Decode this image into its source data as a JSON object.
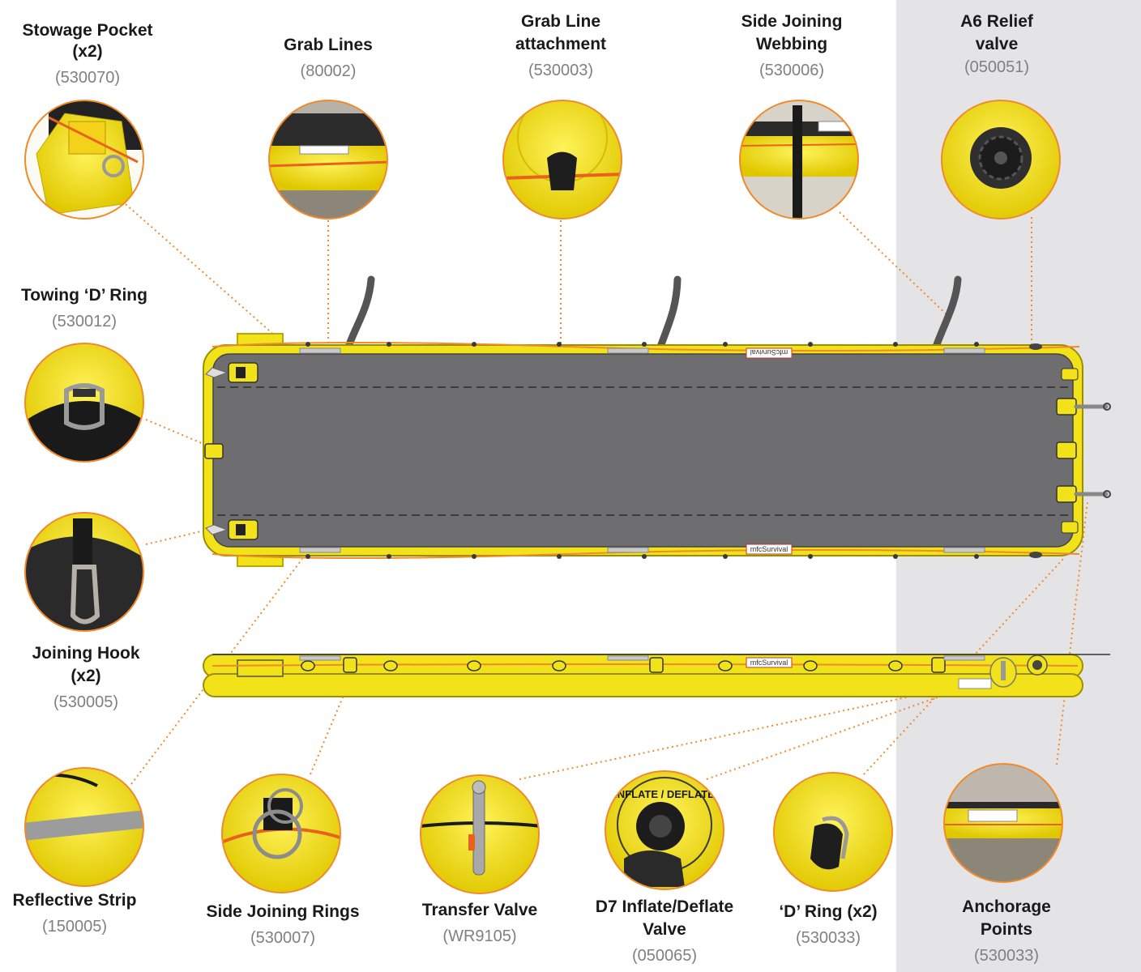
{
  "colors": {
    "raft_yellow": "#f2e21a",
    "raft_edge": "#b8a800",
    "floor_grey": "#6e6e70",
    "leader_orange": "#f08a2a",
    "callout_ring": "#f08a2a",
    "panel_grey": "#e4e4e6"
  },
  "labels": [
    {
      "id": "stowage-pocket",
      "lines": [
        "Stowage Pocket",
        "(x2)"
      ],
      "code": "(530070)"
    },
    {
      "id": "grab-lines",
      "lines": [
        "Grab Lines"
      ],
      "code": "(80002)"
    },
    {
      "id": "grab-line-attachment",
      "lines": [
        "Grab Line",
        "attachment"
      ],
      "code": "(530003)"
    },
    {
      "id": "side-joining-webbing",
      "lines": [
        "Side Joining",
        "Webbing"
      ],
      "code": "(530006)"
    },
    {
      "id": "a6-relief-valve",
      "lines": [
        "A6 Relief",
        "valve"
      ],
      "code": "(050051)"
    },
    {
      "id": "towing-d-ring",
      "lines": [
        "Towing ‘D’ Ring"
      ],
      "code": "(530012)"
    },
    {
      "id": "joining-hook",
      "lines": [
        "Joining Hook",
        "(x2)"
      ],
      "code": "(530005)"
    },
    {
      "id": "reflective-strip",
      "lines": [
        "Reflective Strip"
      ],
      "code": "(150005)"
    },
    {
      "id": "side-joining-rings",
      "lines": [
        "Side Joining Rings"
      ],
      "code": "(530007)"
    },
    {
      "id": "transfer-valve",
      "lines": [
        "Transfer Valve"
      ],
      "code": "(WR9105)"
    },
    {
      "id": "d7-inflate-deflate-valve",
      "lines": [
        "D7 Inflate/Deflate",
        "Valve"
      ],
      "code": "(050065)"
    },
    {
      "id": "d-ring",
      "lines": [
        "‘D’ Ring (x2)"
      ],
      "code": "(530033)"
    },
    {
      "id": "anchorage-points",
      "lines": [
        "Anchorage",
        "Points"
      ],
      "code": "(530033)"
    }
  ],
  "raft_branding": "mfcSurvival",
  "valve_text": "INFLATE / DEFLATE"
}
